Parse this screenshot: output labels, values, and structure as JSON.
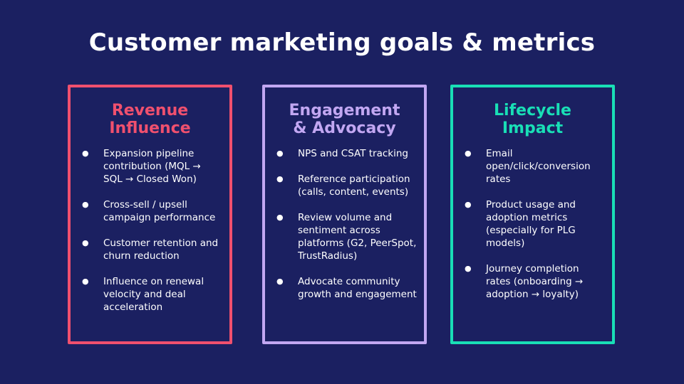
{
  "title": "Customer marketing goals & metrics",
  "colors": {
    "background": "#1b2061",
    "revenue": "#f0506e",
    "engagement": "#c2a7f2",
    "lifecycle": "#19dfb6"
  },
  "cards": [
    {
      "title_line1": "Revenue",
      "title_line2": "Influence",
      "bullets": [
        "Expansion pipeline contribution (MQL → SQL → Closed Won)",
        "Cross-sell / upsell campaign performance",
        "Customer retention and churn reduction",
        "Influence on renewal velocity and deal acceleration"
      ]
    },
    {
      "title_line1": "Engagement",
      "title_line2": "& Advocacy",
      "bullets": [
        "NPS and CSAT tracking",
        "Reference participation (calls, content, events)",
        "Review volume and sentiment across platforms (G2, PeerSpot, TrustRadius)",
        "Advocate community growth and engagement"
      ]
    },
    {
      "title_line1": "Lifecycle",
      "title_line2": "Impact",
      "bullets": [
        "Email open/click/conversion rates",
        "Product usage and adoption metrics (especially for PLG models)",
        "Journey completion rates (onboarding → adoption → loyalty)"
      ]
    }
  ],
  "bullet_glyph": "●"
}
